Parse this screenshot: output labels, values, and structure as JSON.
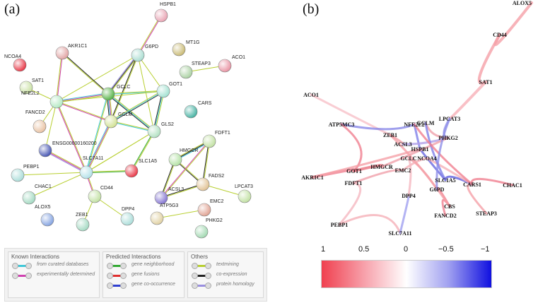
{
  "panel_a": {
    "label": "(a)",
    "nodes": [
      "HSPB1",
      "G6PD",
      "MT1G",
      "ACO1",
      "NCOA4",
      "AKR1C1",
      "STEAP3",
      "SAT1",
      "GCLC",
      "GOT1",
      "NFE2L2",
      "CARS",
      "GCLM",
      "FANCD2",
      "GLS2",
      "FDFT1",
      "ENSG00000160200",
      "HMGCR",
      "SLC7A11",
      "SLC1A5",
      "PEBP1",
      "FADS2",
      "CHAC1",
      "CD44",
      "ACSL3",
      "LPCAT3",
      "DPP4",
      "ALOX5",
      "ZEB1",
      "ATP5G3",
      "EMC2",
      "PHKG2"
    ],
    "legend": {
      "known_title": "Known Interactions",
      "known": [
        "from curated databases",
        "experimentally determined"
      ],
      "predicted_title": "Predicted Interactions",
      "predicted": [
        "gene neighborhood",
        "gene fusions",
        "gene co-occurrence"
      ],
      "others_title": "Others",
      "others": [
        "textmining",
        "co-expression",
        "protein homology"
      ],
      "colors": {
        "curated": "#3fc8d8",
        "experimental": "#d040b0",
        "neighborhood": "#33aa33",
        "fusions": "#e03030",
        "cooccurrence": "#3040d0",
        "textmining": "#b8cf30",
        "coexpression": "#222222",
        "homology": "#9a8fe0"
      }
    }
  },
  "panel_b": {
    "label": "(b)",
    "labels": [
      "ALOX5",
      "CD44",
      "SAT1",
      "ACO1",
      "ATP5MC3",
      "ZEB1",
      "NFE2L2",
      "GCLM",
      "LPCAT3",
      "ACSL3",
      "PHKG2",
      "HSPB1",
      "GCLC",
      "NCOA4",
      "HMGCR",
      "EMC2",
      "AKR1C1",
      "GOT1",
      "FDFT1",
      "SLC1A5",
      "CARS1",
      "CHAC1",
      "G6PD",
      "DPP4",
      "CBS",
      "FANCD2",
      "STEAP3",
      "PEBP1",
      "SLC7A11"
    ],
    "colorbar": {
      "ticks": [
        "1",
        "0.5",
        "0",
        "−0.5",
        "−1"
      ],
      "high_color": "#f0404f",
      "low_color": "#1010e0"
    }
  }
}
